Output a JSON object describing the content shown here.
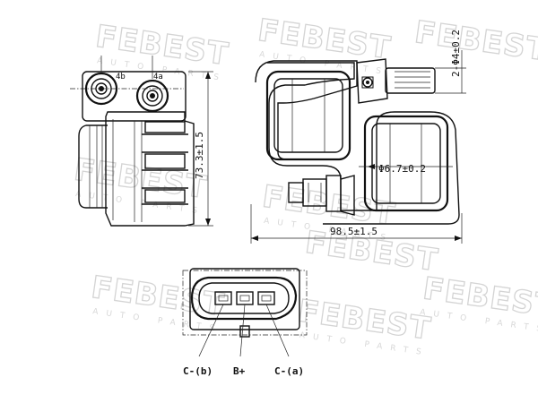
{
  "watermark": {
    "brand": "FEBEST",
    "tagline": "AUTO PARTS"
  },
  "dimensions": {
    "height": "73.3±1.5",
    "width": "98.5±1.5",
    "hole_diameter": "Φ6.7±0.2",
    "small_holes": "2-Φ4±0.2"
  },
  "terminals": {
    "left": "4b",
    "right": "4a"
  },
  "connector_pins": {
    "left": "C-(b)",
    "middle": "B+",
    "right": "C-(a)"
  }
}
